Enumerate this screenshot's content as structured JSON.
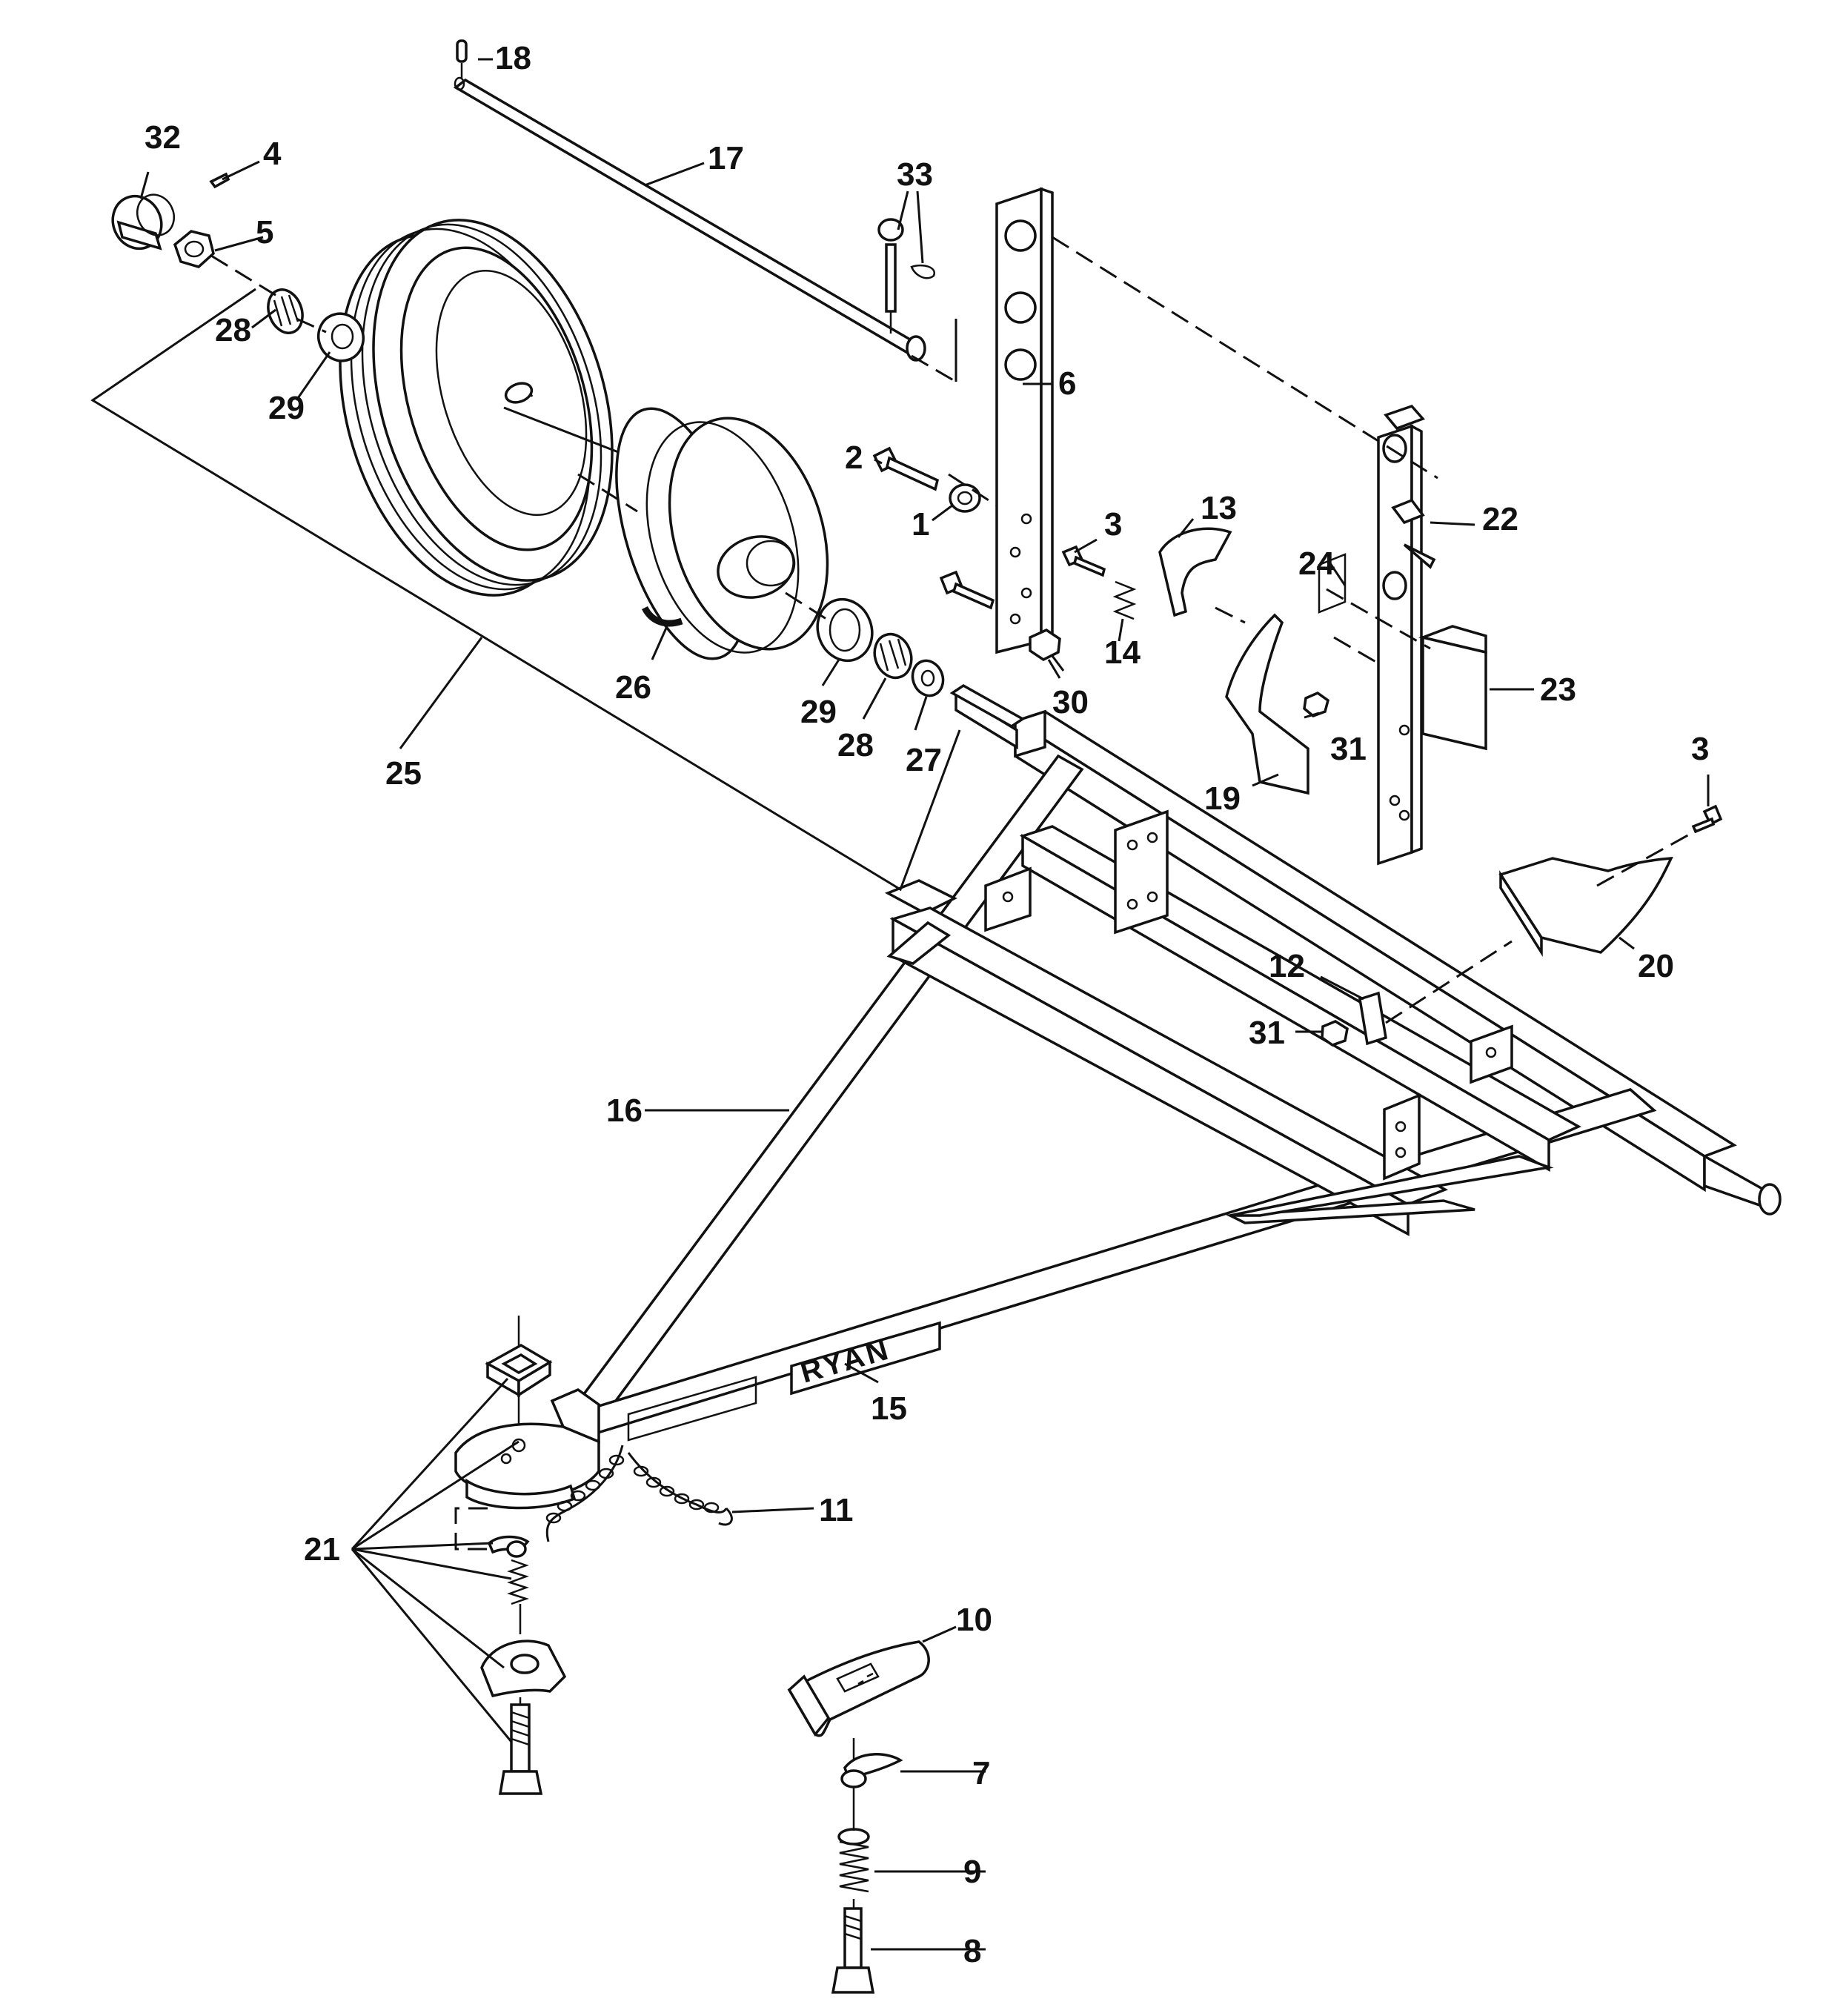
{
  "diagram": {
    "brand_label": "RYAN",
    "callouts": [
      "1",
      "2",
      "3",
      "3",
      "4",
      "5",
      "6",
      "7",
      "8",
      "9",
      "10",
      "11",
      "12",
      "13",
      "14",
      "15",
      "16",
      "17",
      "18",
      "19",
      "20",
      "21",
      "22",
      "23",
      "24",
      "25",
      "26",
      "27",
      "28",
      "28",
      "29",
      "29",
      "30",
      "31",
      "31",
      "32",
      "33"
    ]
  }
}
